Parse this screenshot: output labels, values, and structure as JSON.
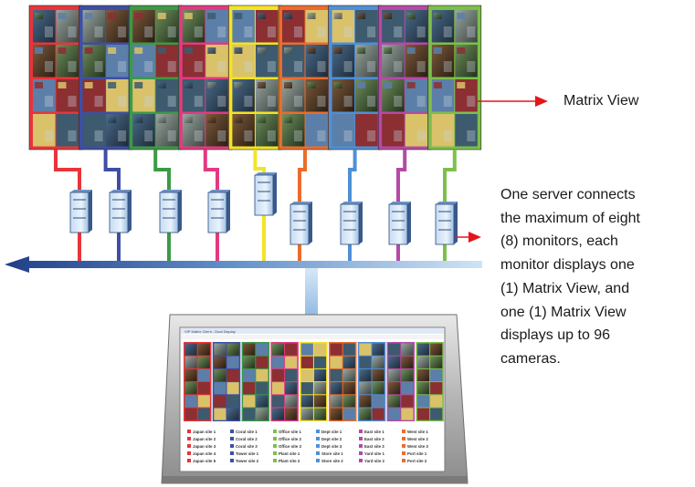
{
  "labels": {
    "matrix_view": "Matrix View",
    "description_lines": [
      "One server connects",
      "the maximum of eight",
      "(8) monitors, each",
      "monitor displays one",
      "(1) Matrix View, and",
      "one (1) Matrix View",
      "displays up to 96",
      "cameras."
    ]
  },
  "monitor_wall": {
    "monitor_count": 9,
    "frame_colors": [
      "#e8353b",
      "#3f4ea4",
      "#3c9a45",
      "#e23a82",
      "#f3e426",
      "#ec6c2c",
      "#4f8fd6",
      "#b54aa6",
      "#7cc04a"
    ]
  },
  "network": {
    "servers": 9,
    "backbone_direction": "left"
  },
  "client_screen": {
    "window_title": "VIP Matrix Client - Dual Display",
    "camera_tiles_per_panel": 12,
    "legend_columns": [
      [
        "Japan site 1",
        "Japan site 2",
        "Japan site 3",
        "Japan site 4",
        "Japan site 5"
      ],
      [
        "Coral site 1",
        "Coral site 2",
        "Coral site 3",
        "Tower site 1",
        "Tower site 2"
      ],
      [
        "Office site 1",
        "Office site 2",
        "Office site 3",
        "Plant site 1",
        "Plant site 2"
      ],
      [
        "Dept site 1",
        "Dept site 2",
        "Dept site 3",
        "Store site 1",
        "Store site 2"
      ],
      [
        "East site 1",
        "East site 2",
        "East site 3",
        "Yard site 1",
        "Yard site 2"
      ],
      [
        "West site 1",
        "West site 2",
        "West site 3",
        "Port site 1",
        "Port site 2"
      ]
    ]
  },
  "colors": {
    "arrow_red": "#e4161b",
    "backbone_dark": "#1f3f86",
    "backbone_light": "#c4dcf2",
    "uplink": "#a9cbe9"
  },
  "icons": [
    "server-icon",
    "monitor-icon",
    "arrow-right-icon",
    "arrow-left-icon"
  ]
}
